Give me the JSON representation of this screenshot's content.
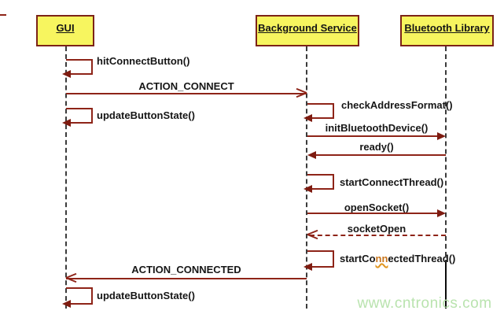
{
  "diagram": {
    "type": "uml-sequence-diagram",
    "actors": [
      {
        "label": "GUI"
      },
      {
        "label": "Background Service"
      },
      {
        "label": "Bluetooth Library"
      }
    ],
    "messages": {
      "hit_connect_button": "hitConnectButton()",
      "action_connect": "ACTION_CONNECT",
      "update_button_state_1": "updateButtonState()",
      "check_address_format": "checkAddressFormat()",
      "init_bluetooth_device": "initBluetoothDevice()",
      "ready": "ready()",
      "start_connect_thread": "startConnectThread()",
      "open_socket": "openSocket()",
      "socket_open": "socketOpen",
      "start_connected_thread": {
        "prefix": "startCo",
        "misspell_highlight": "nn",
        "suffix": "ectedThread()"
      },
      "action_connected": "ACTION_CONNECTED",
      "update_button_state_2": "updateButtonState()"
    },
    "watermark": "www.cntronics.com",
    "colors": {
      "actor_fill": "#f7f55f",
      "actor_border": "#7c2317",
      "message_line": "#8e2418",
      "arrowhead_fill": "#7e1b10",
      "lifeline": "#3b3b3b",
      "black_line_segment": "#0a0a0a",
      "watermark_text": "#b9e3ae",
      "spellcheck_underline": "#e09520"
    }
  }
}
